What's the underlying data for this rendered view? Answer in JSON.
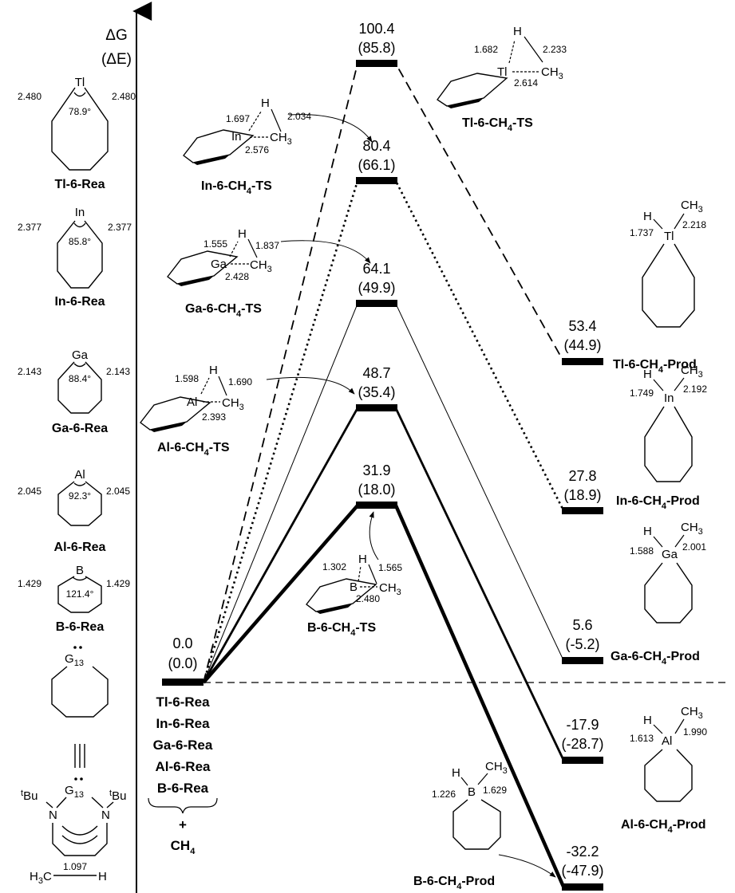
{
  "axis": {
    "y_label": "ΔG",
    "y_label2": "(ΔE)"
  },
  "levels": {
    "rea": {
      "g": "0.0",
      "e": "(0.0)"
    },
    "tl_ts": {
      "g": "100.4",
      "e": "(85.8)"
    },
    "in_ts": {
      "g": "80.4",
      "e": "(66.1)"
    },
    "ga_ts": {
      "g": "64.1",
      "e": "(49.9)"
    },
    "al_ts": {
      "g": "48.7",
      "e": "(35.4)"
    },
    "b_ts": {
      "g": "31.9",
      "e": "(18.0)"
    },
    "tl_prod": {
      "g": "53.4",
      "e": "(44.9)"
    },
    "in_prod": {
      "g": "27.8",
      "e": "(18.9)"
    },
    "ga_prod": {
      "g": "5.6",
      "e": "(-5.2)"
    },
    "al_prod": {
      "g": "-17.9",
      "e": "(-28.7)"
    },
    "b_prod": {
      "g": "-32.2",
      "e": "(-47.9)"
    }
  },
  "reactant_list": [
    "Tl-6-Rea",
    "In-6-Rea",
    "Ga-6-Rea",
    "Al-6-Rea",
    "B-6-Rea"
  ],
  "reactant_plus": "+",
  "reactant_ch4": "CH",
  "sub4": "4",
  "left_structures": [
    {
      "atom": "Tl",
      "bond": "2.480",
      "angle": "78.9°",
      "label": "Tl-6-Rea"
    },
    {
      "atom": "In",
      "bond": "2.377",
      "angle": "85.8°",
      "label": "In-6-Rea"
    },
    {
      "atom": "Ga",
      "bond": "2.143",
      "angle": "88.4°",
      "label": "Ga-6-Rea"
    },
    {
      "atom": "Al",
      "bond": "2.045",
      "angle": "92.3°",
      "label": "Al-6-Rea"
    },
    {
      "atom": "B",
      "bond": "1.429",
      "angle": "121.4°",
      "label": "B-6-Rea"
    }
  ],
  "generic": {
    "atom": "G",
    "sub": "13",
    "tbu": "Bu",
    "t": "t",
    "N": "N",
    "h3c": "H",
    "h3c_sub": "3",
    "h3c_c": "C",
    "ch_len": "1.097",
    "h": "H"
  },
  "ts_structures": [
    {
      "atom": "Tl",
      "mh": "1.682",
      "hc": "2.233",
      "mc": "2.614",
      "label": "Tl-6-CH",
      "label_end": "-TS"
    },
    {
      "atom": "In",
      "mh": "1.697",
      "hc": "2.034",
      "mc": "2.576",
      "label": "In-6-CH",
      "label_end": "-TS"
    },
    {
      "atom": "Ga",
      "mh": "1.555",
      "hc": "1.837",
      "mc": "2.428",
      "label": "Ga-6-CH",
      "label_end": "-TS"
    },
    {
      "atom": "Al",
      "mh": "1.598",
      "hc": "1.690",
      "mc": "2.393",
      "label": "Al-6-CH",
      "label_end": "-TS"
    },
    {
      "atom": "B",
      "mh": "1.302",
      "hc": "1.565",
      "mc": "2.480",
      "label": "B-6-CH",
      "label_end": "-TS"
    }
  ],
  "prod_structures": [
    {
      "atom": "Tl",
      "mh": "1.737",
      "mc": "2.218",
      "label": "Tl-6-CH",
      "label_end": "-Prod"
    },
    {
      "atom": "In",
      "mh": "1.749",
      "mc": "2.192",
      "label": "In-6-CH",
      "label_end": "-Prod"
    },
    {
      "atom": "Ga",
      "mh": "1.588",
      "mc": "2.001",
      "label": "Ga-6-CH",
      "label_end": "-Prod"
    },
    {
      "atom": "Al",
      "mh": "1.613",
      "mc": "1.990",
      "label": "Al-6-CH",
      "label_end": "-Prod"
    },
    {
      "atom": "B",
      "mh": "1.226",
      "mc": "1.629",
      "label": "B-6-CH",
      "label_end": "-Prod"
    }
  ],
  "common": {
    "H": "H",
    "CH": "CH",
    "sub3": "3"
  }
}
